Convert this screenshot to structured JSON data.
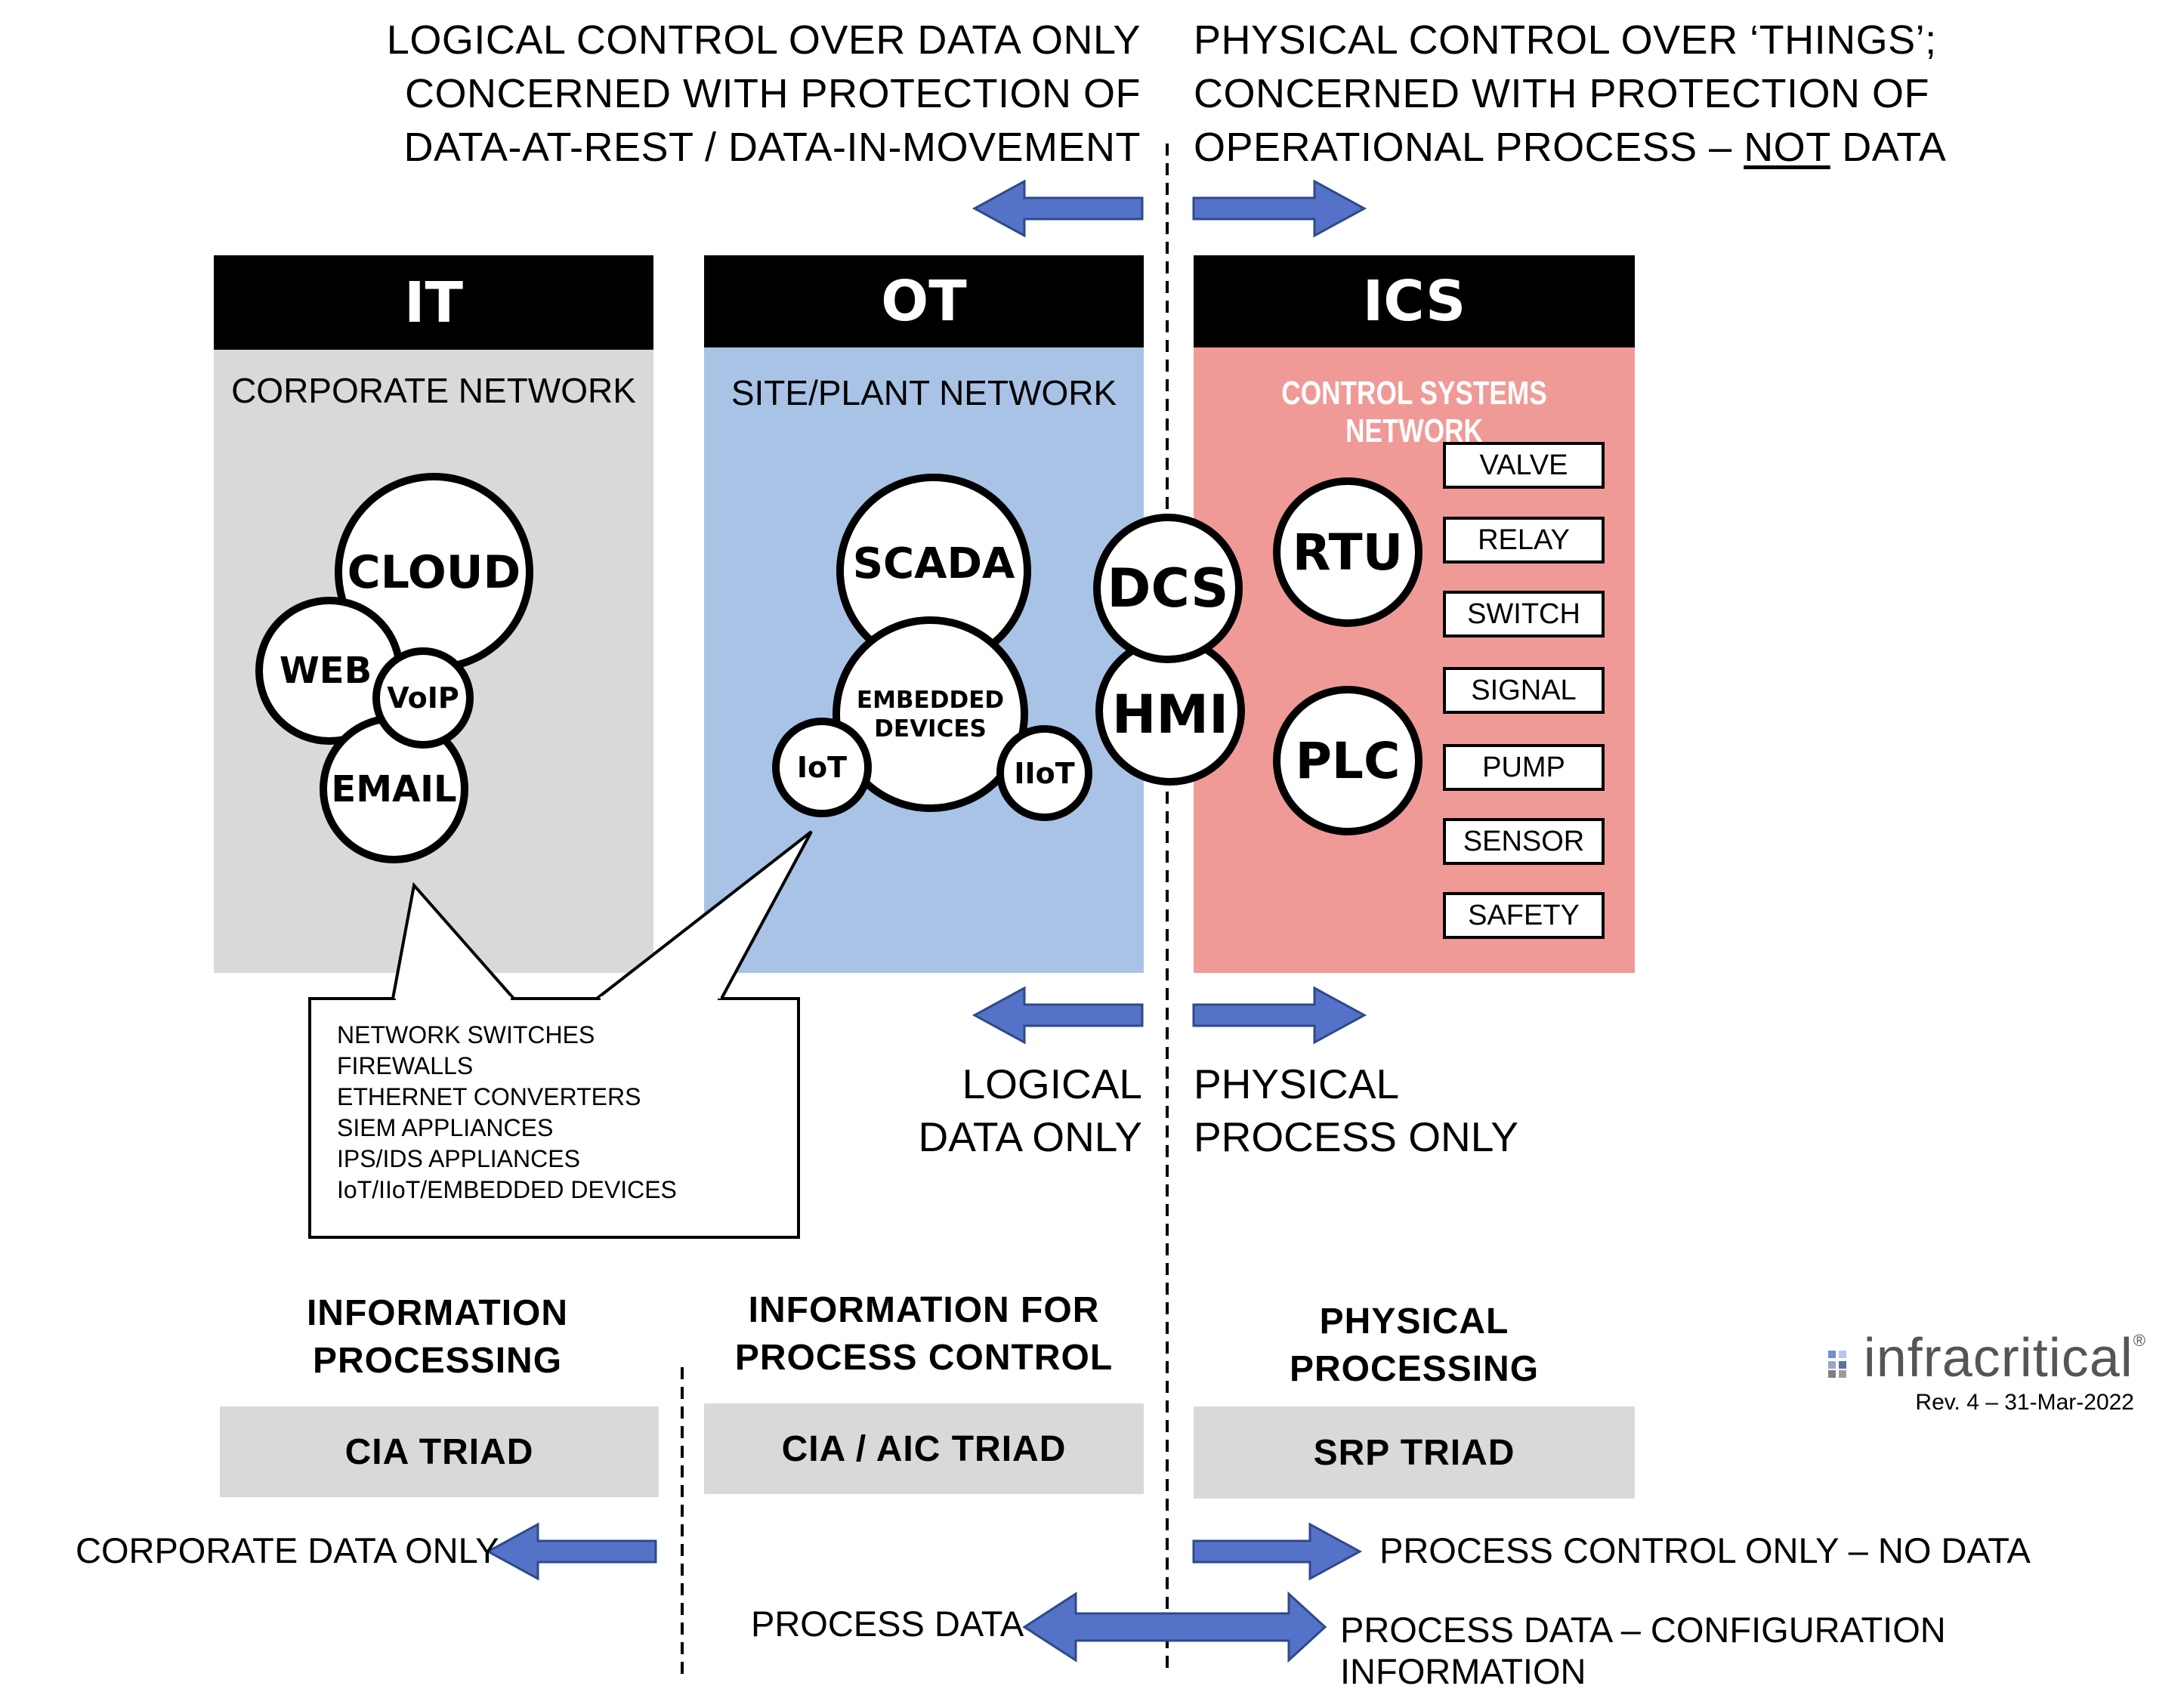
{
  "header": {
    "left_lines": [
      "LOGICAL CONTROL OVER DATA ONLY",
      "CONCERNED WITH PROTECTION OF",
      "DATA-AT-REST / DATA-IN-MOVEMENT"
    ],
    "right_line1": "PHYSICAL CONTROL OVER ‘THINGS’;",
    "right_line2": "CONCERNED WITH PROTECTION OF",
    "right_line3_pre": "OPERATIONAL PROCESS – ",
    "right_line3_underlined": "NOT",
    "right_line3_post": " DATA"
  },
  "panels": {
    "it": {
      "title": "IT",
      "subtitle": "CORPORATE NETWORK"
    },
    "ot": {
      "title": "OT",
      "subtitle": "SITE/PLANT NETWORK"
    },
    "ics": {
      "title": "ICS",
      "subtitle": "CONTROL SYSTEMS NETWORK"
    }
  },
  "it_nodes": {
    "cloud": "CLOUD",
    "web": "WEB",
    "voip": "VoIP",
    "email": "EMAIL"
  },
  "ot_nodes": {
    "scada": "SCADA",
    "embedded": "EMBEDDED DEVICES",
    "iot": "IoT",
    "iiot": "IIoT"
  },
  "boundary_nodes": {
    "dcs": "DCS",
    "hmi": "HMI"
  },
  "ics_nodes": {
    "rtu": "RTU",
    "plc": "PLC"
  },
  "ics_items": [
    "VALVE",
    "RELAY",
    "SWITCH",
    "SIGNAL",
    "PUMP",
    "SENSOR",
    "SAFETY"
  ],
  "callout_items": [
    "NETWORK SWITCHES",
    "FIREWALLS",
    "ETHERNET CONVERTERS",
    "SIEM APPLIANCES",
    "IPS/IDS APPLIANCES",
    "IoT/IIoT/EMBEDDED DEVICES"
  ],
  "mid_labels": {
    "left": [
      "LOGICAL",
      "DATA ONLY"
    ],
    "right": [
      "PHYSICAL",
      "PROCESS ONLY"
    ]
  },
  "sections": {
    "it": {
      "title": [
        "INFORMATION",
        "PROCESSING"
      ],
      "triad": "CIA TRIAD"
    },
    "ot": {
      "title": [
        "INFORMATION FOR",
        "PROCESS CONTROL"
      ],
      "triad": "CIA / AIC TRIAD"
    },
    "ics": {
      "title": [
        "PHYSICAL",
        "PROCESSING"
      ],
      "triad": "SRP TRIAD"
    }
  },
  "logo": {
    "text": "infracritical",
    "mark": "®",
    "revision": "Rev. 4 – 31-Mar-2022"
  },
  "bottom": {
    "corporate": "CORPORATE DATA ONLY",
    "process_control": "PROCESS CONTROL ONLY – NO DATA",
    "process_data": "PROCESS DATA",
    "process_data_config": "PROCESS DATA – CONFIGURATION INFORMATION"
  },
  "colors": {
    "it_panel": "#d9d9d9",
    "ot_panel": "#a8c3e6",
    "ics_panel": "#f09a98",
    "arrow": "#5473c8",
    "arrow_stroke": "#2f4a8a"
  }
}
